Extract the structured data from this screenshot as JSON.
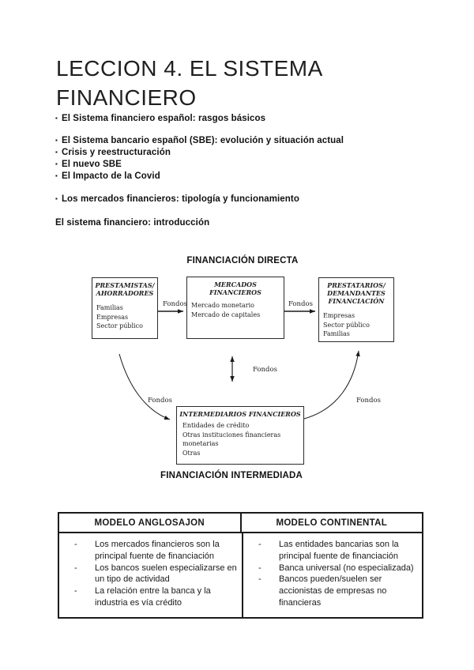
{
  "title": {
    "line1": "LECCION 4. EL SISTEMA",
    "line2": "FINANCIERO"
  },
  "intro": {
    "bullet_char": "▪",
    "items": [
      "El Sistema financiero español: rasgos básicos",
      "El Sistema bancario español (SBE): evolución y situación actual",
      "Crisis y reestructuración",
      "El nuevo SBE",
      "El Impacto de la Covid",
      "Los mercados financieros: tipología y funcionamiento"
    ],
    "subheading": "El sistema financiero: introducción"
  },
  "diagram": {
    "top_label": "FINANCIACIÓN DIRECTA",
    "bottom_label": "FINANCIACIÓN INTERMEDIADA",
    "flow_label": "Fondos",
    "lenders": {
      "title_line1": "PRESTAMISTAS/",
      "title_line2": "AHORRADORES",
      "items": [
        "Familias",
        "Empresas",
        "Sector público"
      ]
    },
    "markets": {
      "title": "MERCADOS FINANCIEROS",
      "items": [
        "Mercado monetario",
        "Mercado de capitales"
      ]
    },
    "borrowers": {
      "title_line1": "PRESTATARIOS/",
      "title_line2": "DEMANDANTES",
      "title_line3": "FINANCIACIÓN",
      "items": [
        "Empresas",
        "Sector público",
        "Familias"
      ]
    },
    "intermediaries": {
      "title": "INTERMEDIARIOS FINANCIEROS",
      "items": [
        "Entidades de crédito",
        "Otras instituciones financieras monetarias",
        "Otras"
      ]
    }
  },
  "models_table": {
    "dash": "-",
    "headers": [
      "MODELO ANGLOSAJON",
      "MODELO CONTINENTAL"
    ],
    "anglosajon": [
      "Los mercados financieros son la principal fuente de financiación",
      "Los bancos suelen especializarse en un tipo de actividad",
      "La relación entre la banca y la industria es vía crédito"
    ],
    "continental": [
      "Las entidades bancarias son la principal fuente de financiación",
      "Banca universal (no especializada)",
      "Bancos pueden/suelen ser accionistas de empresas no financieras"
    ]
  }
}
